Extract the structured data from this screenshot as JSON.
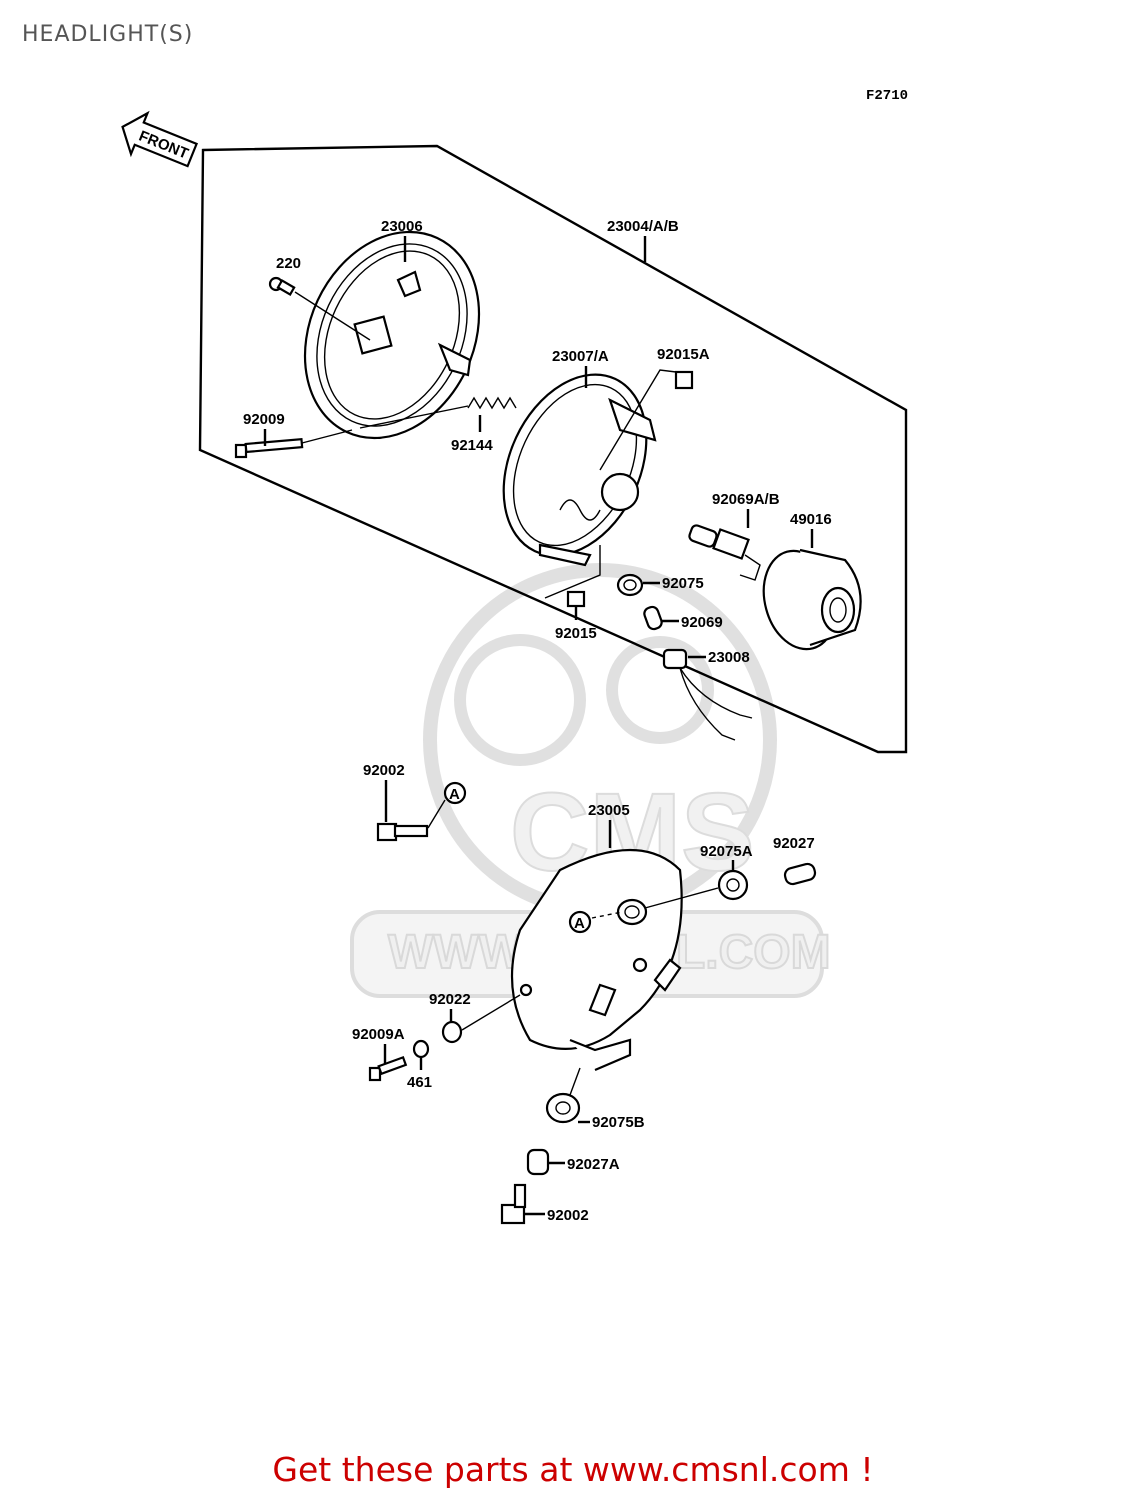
{
  "header": {
    "title": "HEADLIGHT(S)"
  },
  "diagram": {
    "figure_code": "F2710",
    "front_label": "FRONT",
    "watermark": "WWW.CMSNL.COM",
    "watermark_logo": "CMS",
    "labels": {
      "p23006": "23006",
      "p23004": "23004/A/B",
      "p220": "220",
      "p23007": "23007/A",
      "p92015A": "92015A",
      "p92009": "92009",
      "p92144": "92144",
      "p92069AB": "92069A/B",
      "p49016": "49016",
      "p92075": "92075",
      "p92015": "92015",
      "p92069": "92069",
      "p23008": "23008",
      "p92002a": "92002",
      "p23005": "23005",
      "p92027": "92027",
      "p92075A": "92075A",
      "p92022": "92022",
      "p92009A": "92009A",
      "p461": "461",
      "p92075B": "92075B",
      "p92027A": "92027A",
      "p92002b": "92002",
      "ref_a1": "A",
      "ref_a2": "A"
    }
  },
  "footer": {
    "text": "Get these parts at www.cmsnl.com !"
  }
}
